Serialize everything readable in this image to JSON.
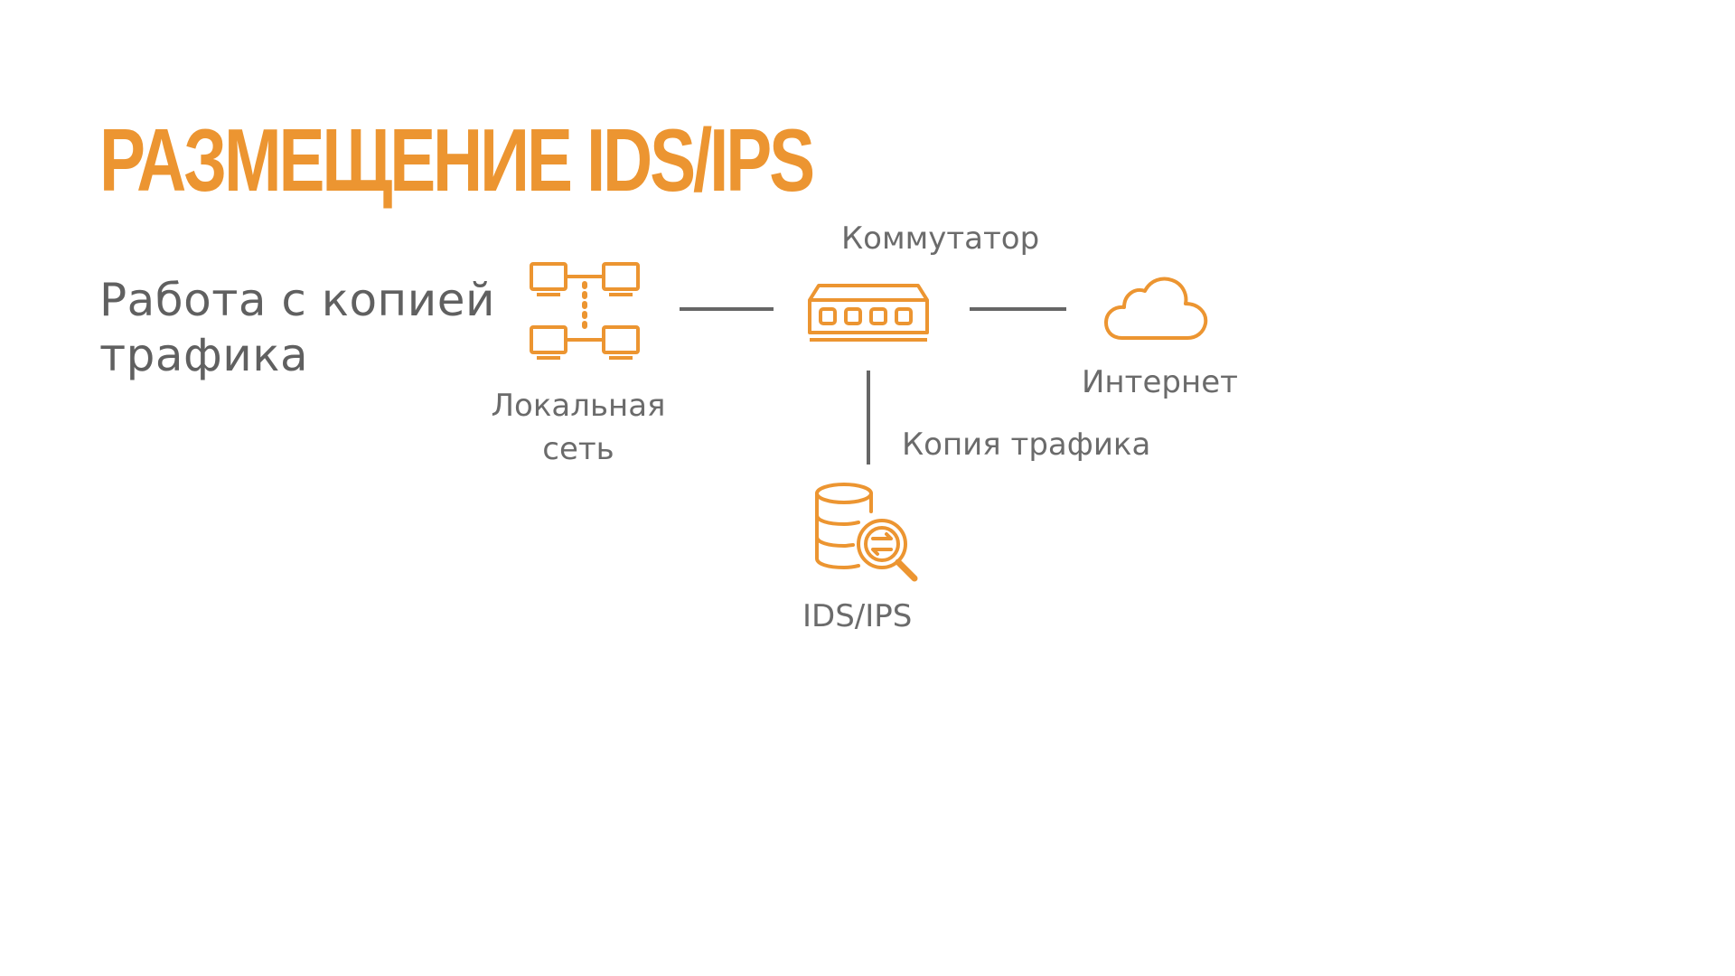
{
  "slide": {
    "title": "РАЗМЕЩЕНИЕ IDS/IPS",
    "subtitle": "Работа с копией трафика"
  },
  "diagram": {
    "nodes": {
      "local_network": {
        "label": "Локальная сеть",
        "icon": "local-network-icon"
      },
      "switch": {
        "label": "Коммутатор",
        "icon": "network-switch-icon"
      },
      "internet": {
        "label": "Интернет",
        "icon": "cloud-icon"
      },
      "ids_ips": {
        "label": "IDS/IPS",
        "icon": "database-search-icon"
      }
    },
    "edges": {
      "copy_label": "Копия трафика"
    }
  },
  "colors": {
    "accent": "#ec9531",
    "text": "#606060",
    "line": "#666666"
  }
}
